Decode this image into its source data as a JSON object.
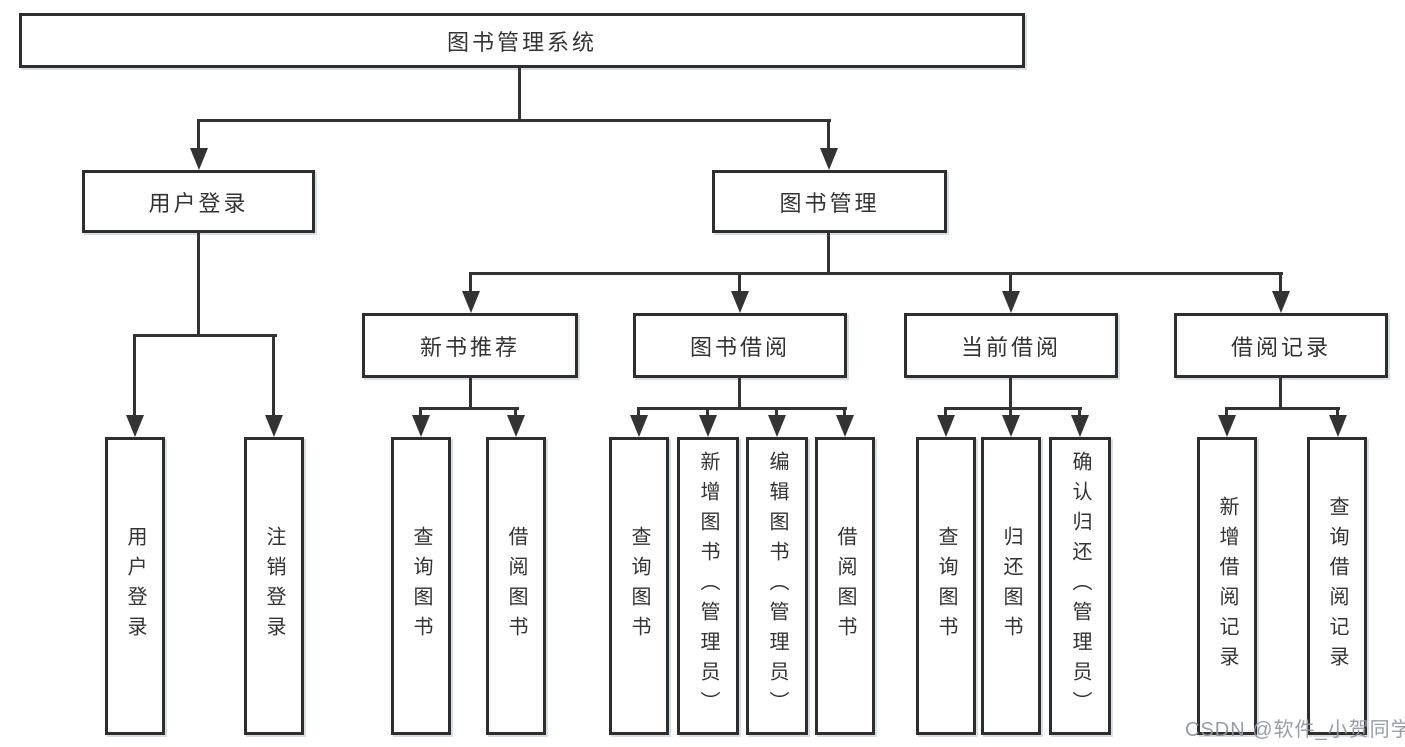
{
  "diagram": {
    "title_node_note": "hierarchical function-structure chart of a library management system",
    "root": {
      "label": "图书管理系统"
    },
    "branches": [
      {
        "label": "用户登录",
        "children": [
          {
            "label": "用户登录"
          },
          {
            "label": "注销登录"
          }
        ]
      },
      {
        "label": "图书管理",
        "children": [
          {
            "label": "新书推荐",
            "children": [
              {
                "label": "查询图书"
              },
              {
                "label": "借阅图书"
              }
            ]
          },
          {
            "label": "图书借阅",
            "children": [
              {
                "label": "查询图书"
              },
              {
                "label": "新增图书（管理员）"
              },
              {
                "label": "编辑图书（管理员）"
              },
              {
                "label": "借阅图书"
              }
            ]
          },
          {
            "label": "当前借阅",
            "children": [
              {
                "label": "查询图书"
              },
              {
                "label": "归还图书"
              },
              {
                "label": "确认归还（管理员）"
              }
            ]
          },
          {
            "label": "借阅记录",
            "children": [
              {
                "label": "新增借阅记录"
              },
              {
                "label": "查询借阅记录"
              }
            ]
          }
        ]
      }
    ]
  },
  "watermark": {
    "text": "CSDN @软件_小贺同学"
  },
  "colors": {
    "line": "#333333",
    "box_border": "#2e2e2e",
    "text": "#333333",
    "background": "#ffffff",
    "watermark": "#9298a3"
  }
}
